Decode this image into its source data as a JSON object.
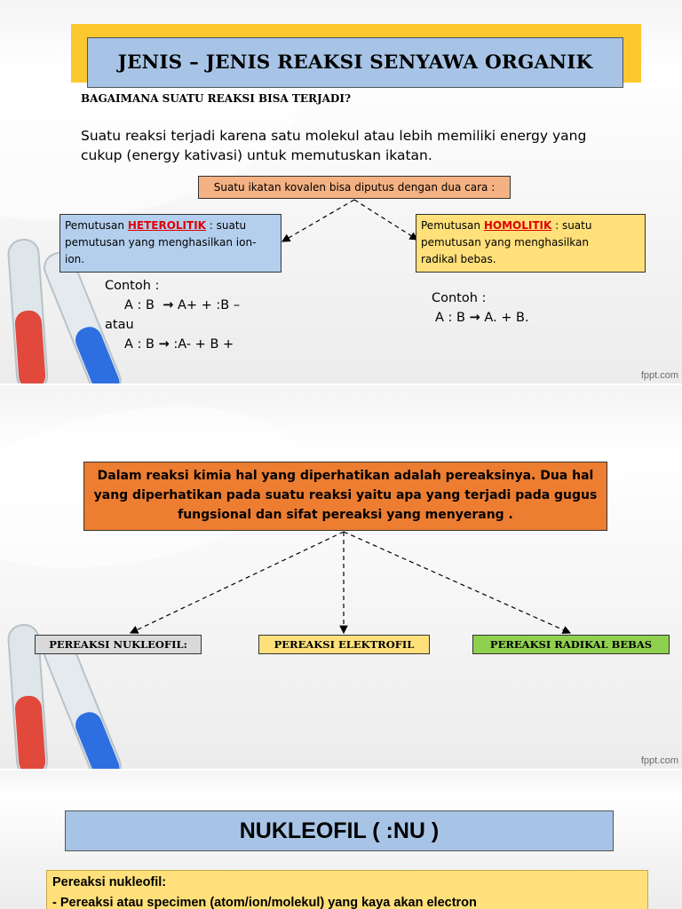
{
  "slide1": {
    "title": "JENIS – JENIS REAKSI SENYAWA ORGANIK",
    "question": "BAGAIMANA SUATU REAKSI BISA TERJADI?",
    "paragraph_line1": "Suatu reaksi terjadi karena satu molekul atau lebih memiliki energy yang",
    "paragraph_line2": "cukup (energy kativasi) untuk memutuskan ikatan.",
    "center_box": "Suatu ikatan kovalen bisa diputus dengan dua cara :",
    "left_box": {
      "prefix": "Pemutusan ",
      "keyword": "HETEROLITIK",
      "line1_rest": " : suatu",
      "line2": "pemutusan yang menghasilkan ion-",
      "line3": "ion."
    },
    "right_box": {
      "prefix": "Pemutusan ",
      "keyword": "HOMOLITIK",
      "line1_rest": " : suatu",
      "line2": "pemutusan yang menghasilkan",
      "line3": "radikal bebas."
    },
    "left_example": {
      "label": "Contoh :",
      "eq1_left": "A : B",
      "eq1_right": "A+ + :B –",
      "or": "atau",
      "eq2_left": "A : B",
      "eq2_right": ":A- + B +"
    },
    "right_example": {
      "label": "Contoh :",
      "eq_left": "A : B",
      "eq_right": "A. + B."
    },
    "arrow_symbol": "→",
    "footer": "fppt.com"
  },
  "slide2": {
    "main_box_line1": "Dalam reaksi kimia hal yang diperhatikan adalah pereaksinya. Dua hal",
    "main_box_line2": "yang diperhatikan pada suatu reaksi yaitu apa yang terjadi pada gugus",
    "main_box_line3": "fungsional dan sifat pereaksi yang menyerang .",
    "box_nukleofil": "PEREAKSI NUKLEOFIL:",
    "box_elektrofil": "PEREAKSI ELEKTROFIL",
    "box_radikal": "PEREAKSI RADIKAL BEBAS",
    "footer": "fppt.com"
  },
  "slide3": {
    "title": "NUKLEOFIL ( :NU )",
    "box_heading": "Pereaksi nukleofil:",
    "box_line1": "-  Pereaksi  atau specimen (atom/ion/molekul) yang kaya akan electron"
  },
  "colors": {
    "title_blue": "#a7c4e6",
    "title_border": "#f5c330",
    "orange": "#f4b183",
    "orange_main": "#ed7d31",
    "yellow": "#ffe07a",
    "green": "#8fd14f",
    "grey_box": "#d9d9d9",
    "red": "#e00000"
  }
}
